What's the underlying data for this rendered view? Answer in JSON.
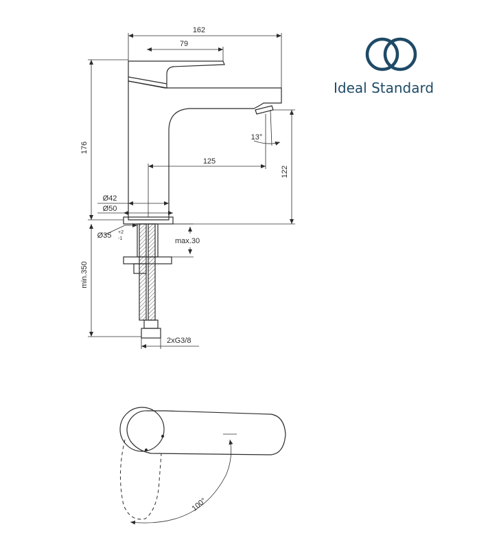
{
  "brand": {
    "name": "Ideal Standard",
    "color": "#1f4a66"
  },
  "dimensions": {
    "overall_length": "162",
    "handle_length": "79",
    "height": "176",
    "spout_reach": "125",
    "spout_height": "122",
    "aerator_angle": "13°",
    "base_diameter_42": "Ø42",
    "base_diameter_50": "Ø50",
    "hole_diameter": "Ø35",
    "hole_tolerance_plus": "+2",
    "hole_tolerance_minus": "-1",
    "max_deck": "max.30",
    "min_hose": "min.350",
    "connection": "2xG3/8",
    "rotation_angle": "100°"
  },
  "colors": {
    "line": "#2b2b2b",
    "hatch": "#555555"
  }
}
